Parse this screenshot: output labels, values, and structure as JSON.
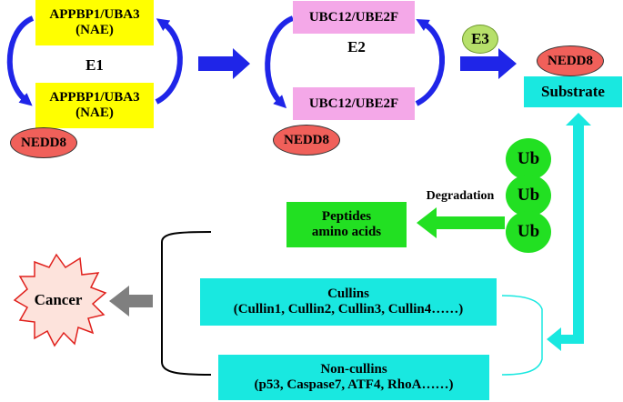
{
  "colors": {
    "yellow": "#ffff00",
    "pink": "#f4a8e8",
    "cyan": "#19e8e0",
    "green": "#22e022",
    "nedd8_red": "#f0605a",
    "blue_arrow": "#1f25e8",
    "gray_arrow": "#7f7f7f",
    "cancer_fill": "#fde3dc",
    "cancer_border": "#e0201c"
  },
  "e1": {
    "top_box": {
      "line1": "APPBP1/UBA3",
      "line2": "(NAE)"
    },
    "label": "E1",
    "bottom_box": {
      "line1": "APPBP1/UBA3",
      "line2": "(NAE)"
    },
    "nedd8": "NEDD8"
  },
  "e2": {
    "top_box": "UBC12/UBE2F",
    "label": "E2",
    "bottom_box": "UBC12/UBE2F",
    "nedd8": "NEDD8"
  },
  "e3": {
    "label": "E3"
  },
  "substrate": {
    "nedd8": "NEDD8",
    "label": "Substrate"
  },
  "ubiquitin": {
    "labels": [
      "Ub",
      "Ub",
      "Ub"
    ]
  },
  "degradation": {
    "label": "Degradation"
  },
  "peptides": {
    "line1": "Peptides",
    "line2": "amino acids"
  },
  "cancer": {
    "label": "Cancer"
  },
  "cullins": {
    "title": "Cullins",
    "examples": "(Cullin1, Cullin2, Cullin3, Cullin4……)"
  },
  "non_cullins": {
    "title": "Non-cullins",
    "examples": "(p53, Caspase7, ATF4, RhoA……)"
  },
  "icons": [
    "blue-curved-arrow",
    "blue-block-arrow",
    "cyan-elbow-arrow",
    "green-block-arrow",
    "gray-block-arrow",
    "starburst"
  ]
}
